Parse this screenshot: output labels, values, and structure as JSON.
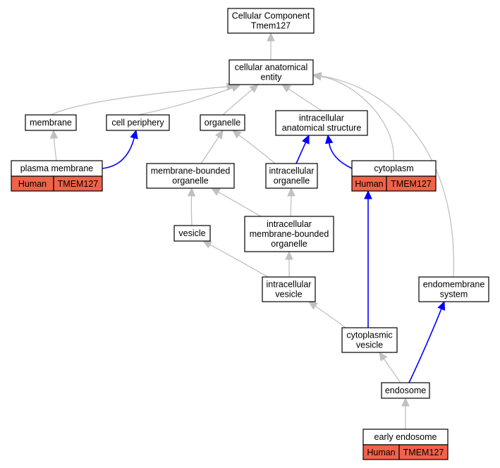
{
  "nodes": {
    "cellular_component": {
      "lines": [
        "Cellular Component",
        "Tmem127"
      ]
    },
    "cellular_anatomical_entity": {
      "lines": [
        "cellular anatomical",
        "entity"
      ]
    },
    "membrane": {
      "lines": [
        "membrane"
      ]
    },
    "cell_periphery": {
      "lines": [
        "cell periphery"
      ]
    },
    "organelle": {
      "lines": [
        "organelle"
      ]
    },
    "intracellular_anatomical_structure": {
      "lines": [
        "intracellular",
        "anatomical structure"
      ]
    },
    "plasma_membrane": {
      "lines": [
        "plasma membrane"
      ],
      "species": "Human",
      "gene": "TMEM127"
    },
    "membrane_bounded_organelle": {
      "lines": [
        "membrane-bounded",
        "organelle"
      ]
    },
    "intracellular_organelle": {
      "lines": [
        "intracellular",
        "organelle"
      ]
    },
    "cytoplasm": {
      "lines": [
        "cytoplasm"
      ],
      "species": "Human",
      "gene": "TMEM127"
    },
    "vesicle": {
      "lines": [
        "vesicle"
      ]
    },
    "intracellular_membrane_bounded_organelle": {
      "lines": [
        "intracellular",
        "membrane-bounded",
        "organelle"
      ]
    },
    "intracellular_vesicle": {
      "lines": [
        "intracellular",
        "vesicle"
      ]
    },
    "endomembrane_system": {
      "lines": [
        "endomembrane",
        "system"
      ]
    },
    "cytoplasmic_vesicle": {
      "lines": [
        "cytoplasmic",
        "vesicle"
      ]
    },
    "endosome": {
      "lines": [
        "endosome"
      ]
    },
    "early_endosome": {
      "lines": [
        "early endosome"
      ],
      "species": "Human",
      "gene": "TMEM127"
    }
  },
  "edges": [
    {
      "from": "cellular_anatomical_entity",
      "to": "cellular_component",
      "relation": "is_a"
    },
    {
      "from": "membrane",
      "to": "cellular_anatomical_entity",
      "relation": "is_a"
    },
    {
      "from": "cell_periphery",
      "to": "cellular_anatomical_entity",
      "relation": "is_a"
    },
    {
      "from": "organelle",
      "to": "cellular_anatomical_entity",
      "relation": "is_a"
    },
    {
      "from": "intracellular_anatomical_structure",
      "to": "cellular_anatomical_entity",
      "relation": "is_a"
    },
    {
      "from": "cytoplasm",
      "to": "cellular_anatomical_entity",
      "relation": "is_a"
    },
    {
      "from": "endomembrane_system",
      "to": "cellular_anatomical_entity",
      "relation": "is_a"
    },
    {
      "from": "plasma_membrane",
      "to": "membrane",
      "relation": "is_a"
    },
    {
      "from": "plasma_membrane",
      "to": "cell_periphery",
      "relation": "part_of"
    },
    {
      "from": "membrane_bounded_organelle",
      "to": "organelle",
      "relation": "is_a"
    },
    {
      "from": "intracellular_organelle",
      "to": "organelle",
      "relation": "is_a"
    },
    {
      "from": "intracellular_organelle",
      "to": "intracellular_anatomical_structure",
      "relation": "part_of"
    },
    {
      "from": "cytoplasm",
      "to": "intracellular_anatomical_structure",
      "relation": "part_of"
    },
    {
      "from": "vesicle",
      "to": "membrane_bounded_organelle",
      "relation": "is_a"
    },
    {
      "from": "intracellular_membrane_bounded_organelle",
      "to": "membrane_bounded_organelle",
      "relation": "is_a"
    },
    {
      "from": "intracellular_membrane_bounded_organelle",
      "to": "intracellular_organelle",
      "relation": "is_a"
    },
    {
      "from": "intracellular_vesicle",
      "to": "vesicle",
      "relation": "is_a"
    },
    {
      "from": "intracellular_vesicle",
      "to": "intracellular_membrane_bounded_organelle",
      "relation": "is_a"
    },
    {
      "from": "cytoplasmic_vesicle",
      "to": "intracellular_vesicle",
      "relation": "is_a"
    },
    {
      "from": "cytoplasmic_vesicle",
      "to": "cytoplasm",
      "relation": "part_of"
    },
    {
      "from": "endosome",
      "to": "cytoplasmic_vesicle",
      "relation": "is_a"
    },
    {
      "from": "endosome",
      "to": "endomembrane_system",
      "relation": "part_of"
    },
    {
      "from": "early_endosome",
      "to": "endosome",
      "relation": "is_a"
    }
  ],
  "colors": {
    "is_a_edge": "#c0c0c0",
    "part_of_edge": "#0000ff",
    "annotation_fill": "#f1624b",
    "node_border": "#000000"
  }
}
